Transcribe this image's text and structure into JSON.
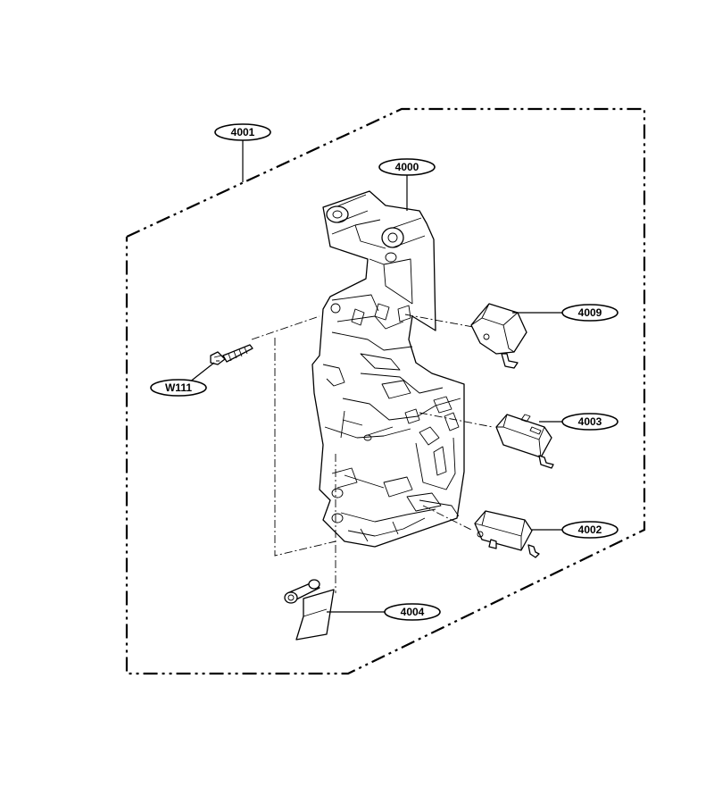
{
  "callouts": [
    {
      "id": "c4001",
      "label": "4001"
    },
    {
      "id": "c4000",
      "label": "4000"
    },
    {
      "id": "c4009",
      "label": "4009"
    },
    {
      "id": "cW111",
      "label": "W111"
    },
    {
      "id": "c4003",
      "label": "4003"
    },
    {
      "id": "c4002",
      "label": "4002"
    },
    {
      "id": "c4004",
      "label": "4004"
    }
  ],
  "colors": {
    "line": "#000000",
    "background": "#ffffff"
  }
}
